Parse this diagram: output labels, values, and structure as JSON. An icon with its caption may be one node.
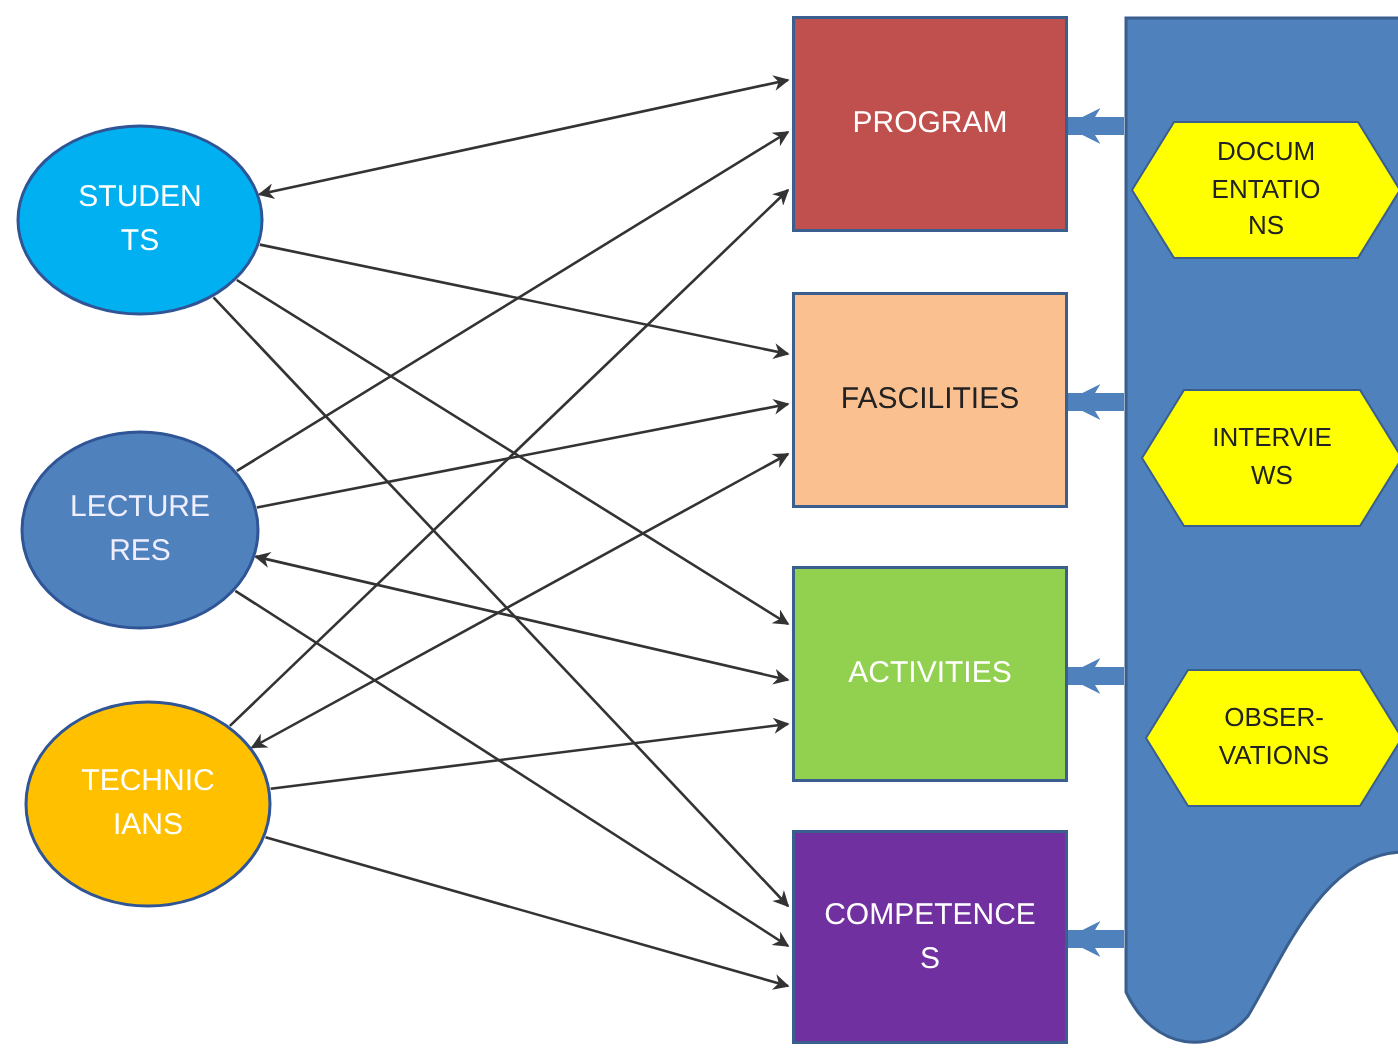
{
  "diagram": {
    "nodes": [
      {
        "text": [
          "STUDEN TS"
        ]
      },
      {
        "text": [
          "LECTURE RES"
        ]
      },
      {
        "text": [
          "TECHNIC IANS"
        ]
      },
      {
        "text": [
          "PROGRAM"
        ]
      },
      {
        "text": [
          "FASCILITIES"
        ]
      },
      {
        "text": [
          "ACTIVITIES"
        ]
      },
      {
        "text": [
          "COMPETENCE S"
        ]
      },
      {
        "text": [],
        "shape": "banner"
      },
      {
        "text": [
          "DOCUM ENTATIO NS"
        ],
        "in": 7
      },
      {
        "text": [
          "INTERVIE WS"
        ],
        "in": 7
      },
      {
        "text": [
          "OBSER- VATIONS"
        ],
        "in": 7
      }
    ],
    "edges": [
      {
        "from": 0,
        "to": 3,
        "arrow": "both"
      },
      {
        "from": 1,
        "to": 3,
        "arrow": "to"
      },
      {
        "from": 2,
        "to": 3,
        "arrow": "to"
      },
      {
        "from": 0,
        "to": 4,
        "arrow": "to"
      },
      {
        "from": 1,
        "to": 4,
        "arrow": "to"
      },
      {
        "from": 2,
        "to": 4,
        "arrow": "both"
      },
      {
        "from": 0,
        "to": 5,
        "arrow": "to"
      },
      {
        "from": 1,
        "to": 5,
        "arrow": "both"
      },
      {
        "from": 2,
        "to": 5,
        "arrow": "to"
      },
      {
        "from": 0,
        "to": 6,
        "arrow": "to"
      },
      {
        "from": 1,
        "to": 6,
        "arrow": "to"
      },
      {
        "from": 2,
        "to": 6,
        "arrow": "to"
      },
      {
        "from": 7,
        "to": 3,
        "arrow": "to",
        "style": "thick",
        "color": "#4f81bd"
      },
      {
        "from": 7,
        "to": 4,
        "arrow": "to",
        "style": "thick",
        "color": "#4f81bd"
      },
      {
        "from": 7,
        "to": 5,
        "arrow": "to",
        "style": "thick",
        "color": "#4f81bd"
      },
      {
        "from": 7,
        "to": 6,
        "arrow": "to",
        "style": "thick",
        "color": "#4f81bd"
      }
    ]
  }
}
